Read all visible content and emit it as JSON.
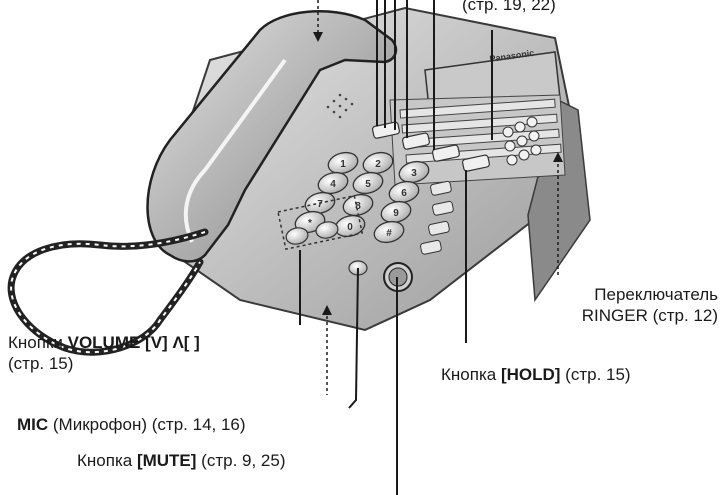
{
  "callouts": {
    "top_ref": "(стр. 19, 22)",
    "ringer_line1": "Переключатель",
    "ringer_line2": "RINGER (стр. 12)",
    "volume_prefix": "Кнопки ",
    "volume_bold": "VOLUME [V]  Λ[ ]",
    "volume_ref": "(стр. 15)",
    "hold_prefix": "Кнопка ",
    "hold_bold": "[HOLD]",
    "hold_ref": " (стр. 15)",
    "mic_bold": "MIC",
    "mic_rest": " (Микрофон) (стр. 14, 16)",
    "mute_prefix": "Кнопка ",
    "mute_bold": "[MUTE]",
    "mute_ref": " (стр. 9, 25)"
  },
  "device": {
    "brand": "Panasonic",
    "keypad": [
      "1",
      "2",
      "3",
      "4",
      "5",
      "6",
      "7",
      "8",
      "9",
      "*",
      "0",
      "#"
    ]
  },
  "colors": {
    "ink": "#1a1a1a",
    "body_light": "#d9d9d9",
    "body_mid": "#b3b3b3",
    "body_dark": "#7f7f7f",
    "display": "#c8c8c8"
  }
}
